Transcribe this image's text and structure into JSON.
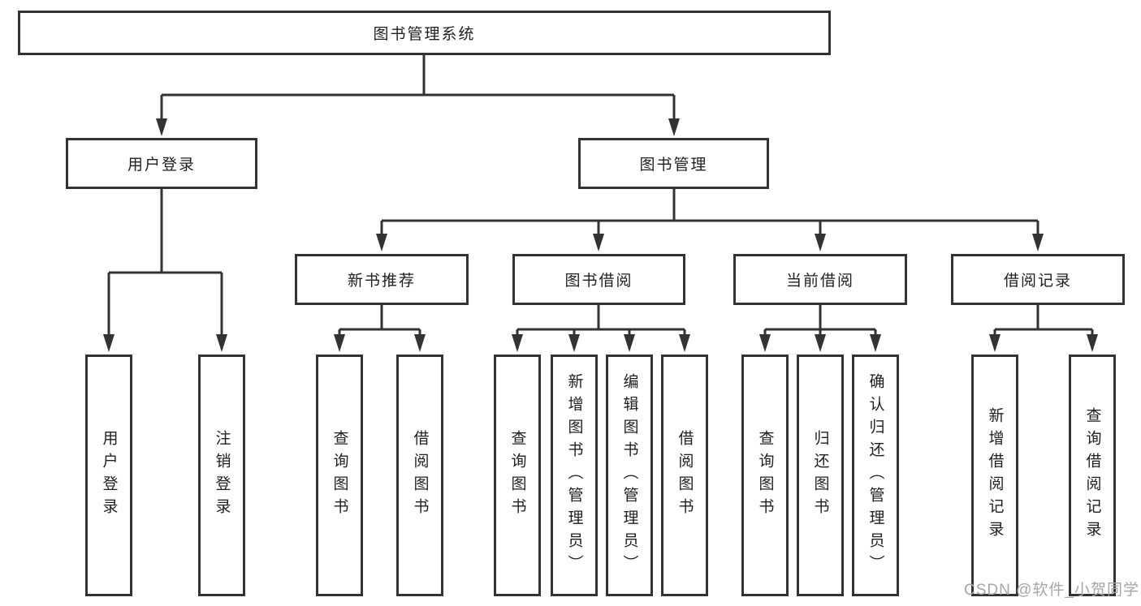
{
  "diagram": {
    "boxes": {
      "root": "图书管理系统",
      "user_login": "用户登录",
      "book_management": "图书管理",
      "new_book_recommend": "新书推荐",
      "book_borrow": "图书借阅",
      "current_borrow": "当前借阅",
      "borrow_record": "借阅记录",
      "leaf_user_login": "用户登录",
      "leaf_logout": "注销登录",
      "leaf_nbr_query_book": "查询图书",
      "leaf_nbr_borrow_book": "借阅图书",
      "leaf_bb_query_book": "查询图书",
      "leaf_bb_add_book": "新增图书（管理员）",
      "leaf_bb_edit_book": "编辑图书（管理员）",
      "leaf_bb_borrow_book": "借阅图书",
      "leaf_cb_query_book": "查询图书",
      "leaf_cb_return_book": "归还图书",
      "leaf_cb_confirm_return": "确认归还（管理员）",
      "leaf_br_add_record": "新增借阅记录",
      "leaf_br_query_record": "查询借阅记录"
    },
    "watermark": "CSDN @软件_小贺同学",
    "colors": {
      "line": "#333333",
      "text": "#1f1f1f",
      "watermark": "#a6a6a6",
      "background": "#ffffff"
    }
  }
}
